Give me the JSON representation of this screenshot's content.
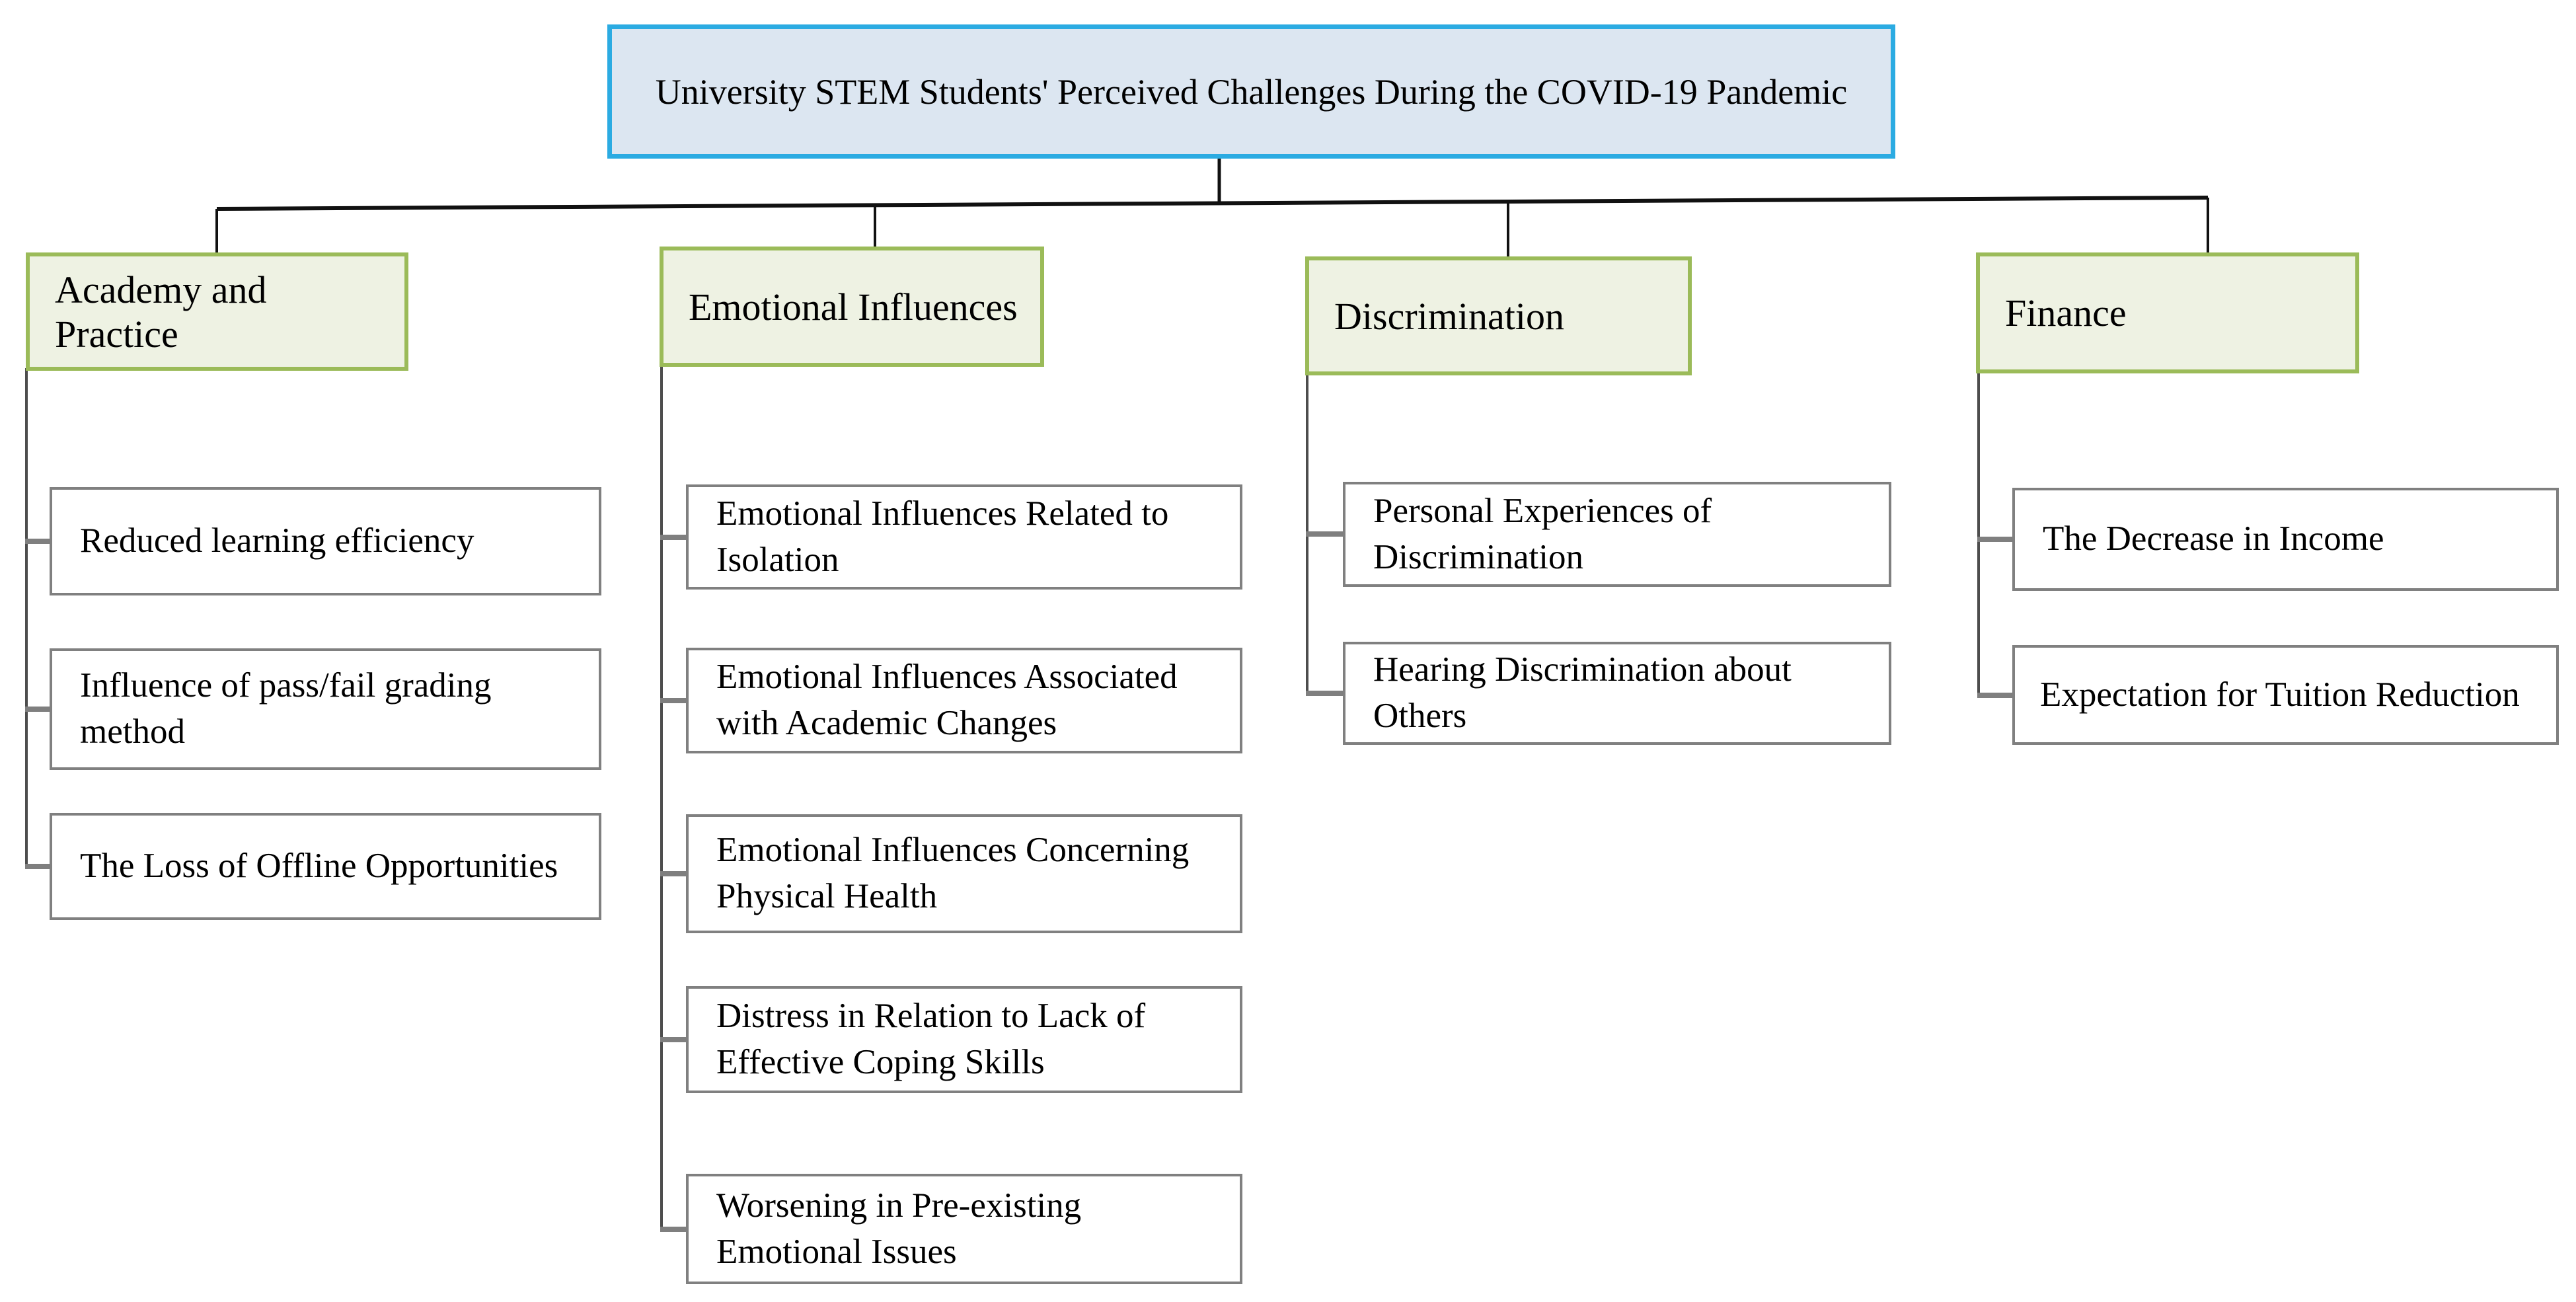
{
  "diagram": {
    "title": "University STEM Students' Perceived Challenges During the COVID-19 Pandemic",
    "categories": [
      {
        "label": "Academy and Practice",
        "children": [
          "Reduced learning efficiency",
          "Influence of pass/fail grading method",
          "The Loss of Offline Opportunities"
        ]
      },
      {
        "label": "Emotional Influences",
        "children": [
          "Emotional Influences Related to Isolation",
          "Emotional Influences Associated with Academic Changes",
          "Emotional Influences Concerning Physical Health",
          "Distress in Relation to Lack of Effective Coping Skills",
          "Worsening in Pre-existing Emotional Issues"
        ]
      },
      {
        "label": "Discrimination",
        "children": [
          "Personal Experiences of Discrimination",
          "Hearing Discrimination about Others"
        ]
      },
      {
        "label": "Finance",
        "children": [
          "The Decrease in Income",
          "Expectation for Tuition Reduction"
        ]
      }
    ]
  },
  "colors": {
    "title_fill": "#dce6f1",
    "title_border": "#2babe2",
    "category_fill": "#eef2e3",
    "category_border": "#9bbb59",
    "leaf_fill": "#ffffff",
    "leaf_border": "#808080",
    "connector": "#111111",
    "trunk": "#4d4d4d",
    "stub": "#7f7f7f"
  }
}
